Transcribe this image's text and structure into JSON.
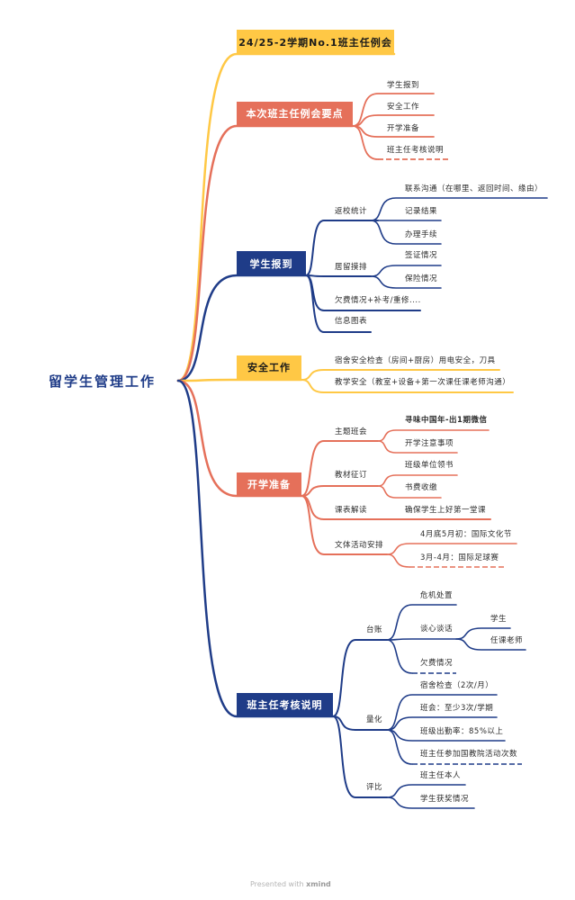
{
  "root": "留学生管理工作",
  "colors": {
    "yellow": "#FFC845",
    "orange": "#E5705A",
    "navy": "#1F3C88"
  },
  "topics": {
    "meeting": {
      "label": "24/25-2学期No.1班主任例会"
    },
    "keypoints": {
      "label": "本次班主任例会要点",
      "children": [
        "学生报到",
        "安全工作",
        "开学准备",
        "班主任考核说明"
      ]
    },
    "registration": {
      "label": "学生报到",
      "return_stats": {
        "label": "返校统计",
        "children": [
          "联系沟通（在哪里、返回时间、缘由）",
          "记录结果",
          "办理手续"
        ]
      },
      "residence": {
        "label": "居留摸排",
        "children": [
          "签证情况",
          "保险情况"
        ]
      },
      "arrears": "欠费情况+补考/重修....",
      "info_chart": "信息图表"
    },
    "safety": {
      "label": "安全工作",
      "children": [
        "宿舍安全检查（房间+厨房）用电安全，刀具",
        "教学安全（教室+设备+第一次课任课老师沟通）"
      ]
    },
    "semester_start": {
      "label": "开学准备",
      "theme_meeting": {
        "label": "主题班会",
        "children": [
          "寻味中国年-出1期微信",
          "开学注意事项"
        ]
      },
      "textbooks": {
        "label": "教材征订",
        "children": [
          "班级单位领书",
          "书费收缴"
        ]
      },
      "timetable": {
        "label": "课表解读",
        "children": [
          "确保学生上好第一堂课"
        ]
      },
      "activities": {
        "label": "文体活动安排",
        "children": [
          "4月底5月初：国际文化节",
          "3月-4月：国际足球赛"
        ]
      }
    },
    "assessment": {
      "label": "班主任考核说明",
      "ledger": {
        "label": "台账",
        "crisis": "危机处置",
        "talks": {
          "label": "谈心谈话",
          "children": [
            "学生",
            "任课老师"
          ]
        },
        "arrears": "欠费情况"
      },
      "quantify": {
        "label": "量化",
        "children": [
          "宿舍检查（2次/月）",
          "班会：至少3次/学期",
          "班级出勤率：85%以上",
          "班主任参加国教院活动次数"
        ]
      },
      "evaluation": {
        "label": "评比",
        "children": [
          "班主任本人",
          "学生获奖情况"
        ]
      }
    }
  },
  "footer": {
    "prefix": "Presented with",
    "brand": "xmind"
  }
}
